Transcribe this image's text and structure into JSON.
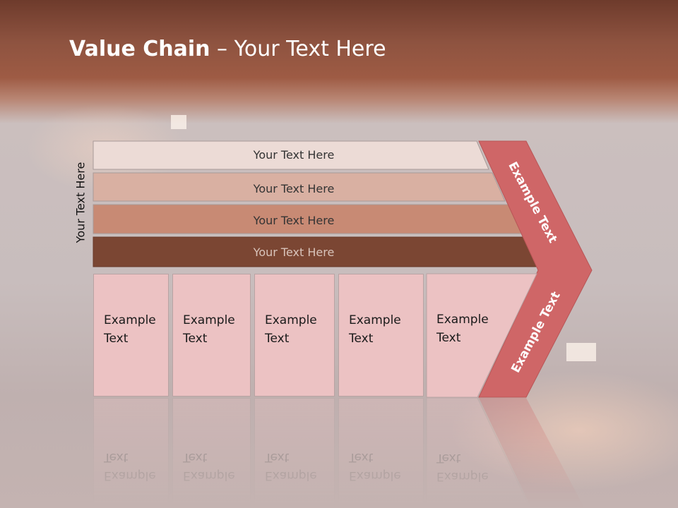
{
  "slide": {
    "title_bold": "Value Chain",
    "title_rest": " – Your Text Here",
    "side_label": "Your Text Here"
  },
  "bars": [
    {
      "label": "Your Text Here",
      "fill": "#ecdbd6",
      "text_color": "#333333"
    },
    {
      "label": "Your Text Here",
      "fill": "#d9b0a2",
      "text_color": "#333333"
    },
    {
      "label": "Your Text Here",
      "fill": "#c88a74",
      "text_color": "#333333"
    },
    {
      "label": "Your Text Here",
      "fill": "#7b4633",
      "text_color": "#d9c4bb"
    }
  ],
  "cells": [
    {
      "label": "Example Text"
    },
    {
      "label": "Example Text"
    },
    {
      "label": "Example Text"
    },
    {
      "label": "Example Text"
    },
    {
      "label": "Example Text"
    }
  ],
  "chevron": {
    "top_label": "Example Text",
    "bottom_label": "Example Text",
    "fill": "#cf6667"
  }
}
